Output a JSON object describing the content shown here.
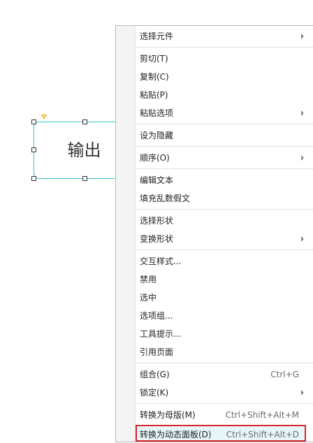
{
  "canvas": {
    "shape_label": "输出"
  },
  "menu": {
    "groups": [
      [
        {
          "label": "选择元件",
          "submenu": true
        }
      ],
      [
        {
          "label": "剪切(T)"
        },
        {
          "label": "复制(C)"
        },
        {
          "label": "粘贴(P)"
        },
        {
          "label": "粘贴选项",
          "submenu": true
        }
      ],
      [
        {
          "label": "设为隐藏"
        }
      ],
      [
        {
          "label": "顺序(O)",
          "submenu": true
        }
      ],
      [
        {
          "label": "编辑文本"
        },
        {
          "label": "填充乱数假文"
        }
      ],
      [
        {
          "label": "选择形状"
        },
        {
          "label": "变换形状",
          "submenu": true
        }
      ],
      [
        {
          "label": "交互样式..."
        },
        {
          "label": "禁用"
        },
        {
          "label": "选中"
        },
        {
          "label": "选项组..."
        },
        {
          "label": "工具提示..."
        },
        {
          "label": "引用页面"
        }
      ],
      [
        {
          "label": "组合(G)",
          "shortcut": "Ctrl+G"
        },
        {
          "label": "锁定(K)",
          "submenu": true
        }
      ],
      [
        {
          "label": "转换为母版(M)",
          "shortcut": "Ctrl+Shift+Alt+M"
        },
        {
          "label": "转换为动态面板(D)",
          "shortcut": "Ctrl+Shift+Alt+D",
          "highlighted": true
        }
      ]
    ]
  },
  "colors": {
    "shape_border": "#35c2cc",
    "highlight_border": "#d9262c",
    "highlight_fill": "#e6f6f9"
  }
}
